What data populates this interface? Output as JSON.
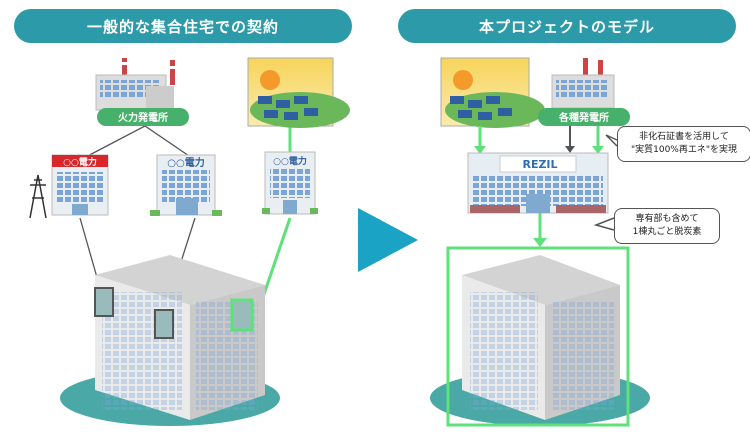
{
  "headers": {
    "left": "一般的な集合住宅での契約",
    "right": "本プロジェクトのモデル"
  },
  "left": {
    "thermal_plant_label": "火力発電所",
    "utility_a_label": "○○電力",
    "utility_b_label": "○○電力",
    "utility_c_label": "○○電力"
  },
  "right": {
    "plants_label": "各種発電所",
    "company_name": "REZIL",
    "bubble_1_line1": "非化石証書を活用して",
    "bubble_1_line2": "\"実質100%再エネ\"を実現",
    "bubble_2_line1": "専有部も含めて",
    "bubble_2_line2": "1棟丸ごと脱炭素"
  },
  "colors": {
    "header_bg": "#2c9aa8",
    "green_line": "#5ee07a",
    "arrow": "#1aa3c4",
    "ground": "#4aa9a6",
    "utility_red": "#d9262b"
  }
}
